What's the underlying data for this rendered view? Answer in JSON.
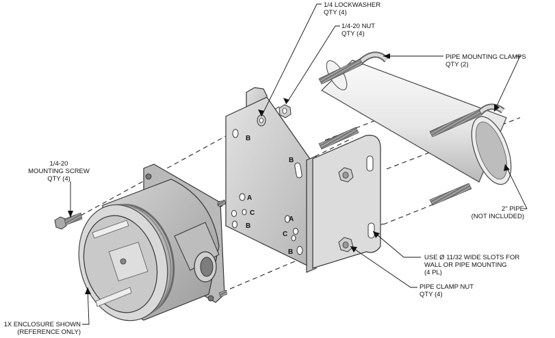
{
  "labels": {
    "lockwasher": [
      "1/4 LOCKWASHER",
      "QTY (4)"
    ],
    "nut": [
      "1/4-20 NUT",
      "QTY (4)"
    ],
    "pipe_clamps": [
      "PIPE MOUNTING CLAMPS",
      "QTY (2)"
    ],
    "mounting_screw": [
      "1/4-20",
      "MOUNTING SCREW",
      "QTY (4)"
    ],
    "pipe": [
      "2\" PIPE",
      "(NOT INCLUDED)"
    ],
    "slots": [
      "USE Ø 11/32 WIDE SLOTS FOR",
      "WALL OR PIPE MOUNTING",
      "(4 PL)"
    ],
    "clamp_nut": [
      "PIPE CLAMP NUT",
      "QTY (4)"
    ],
    "enclosure": [
      "1X ENCLOSURE SHOWN",
      "(REFERENCE ONLY)"
    ]
  },
  "hole_letters": {
    "b_top": "B",
    "b_mid": "B",
    "a_mid": "A",
    "c_mid": "C",
    "b_low": "B",
    "a_right": "A",
    "c_right": "C",
    "b_right": "B"
  }
}
